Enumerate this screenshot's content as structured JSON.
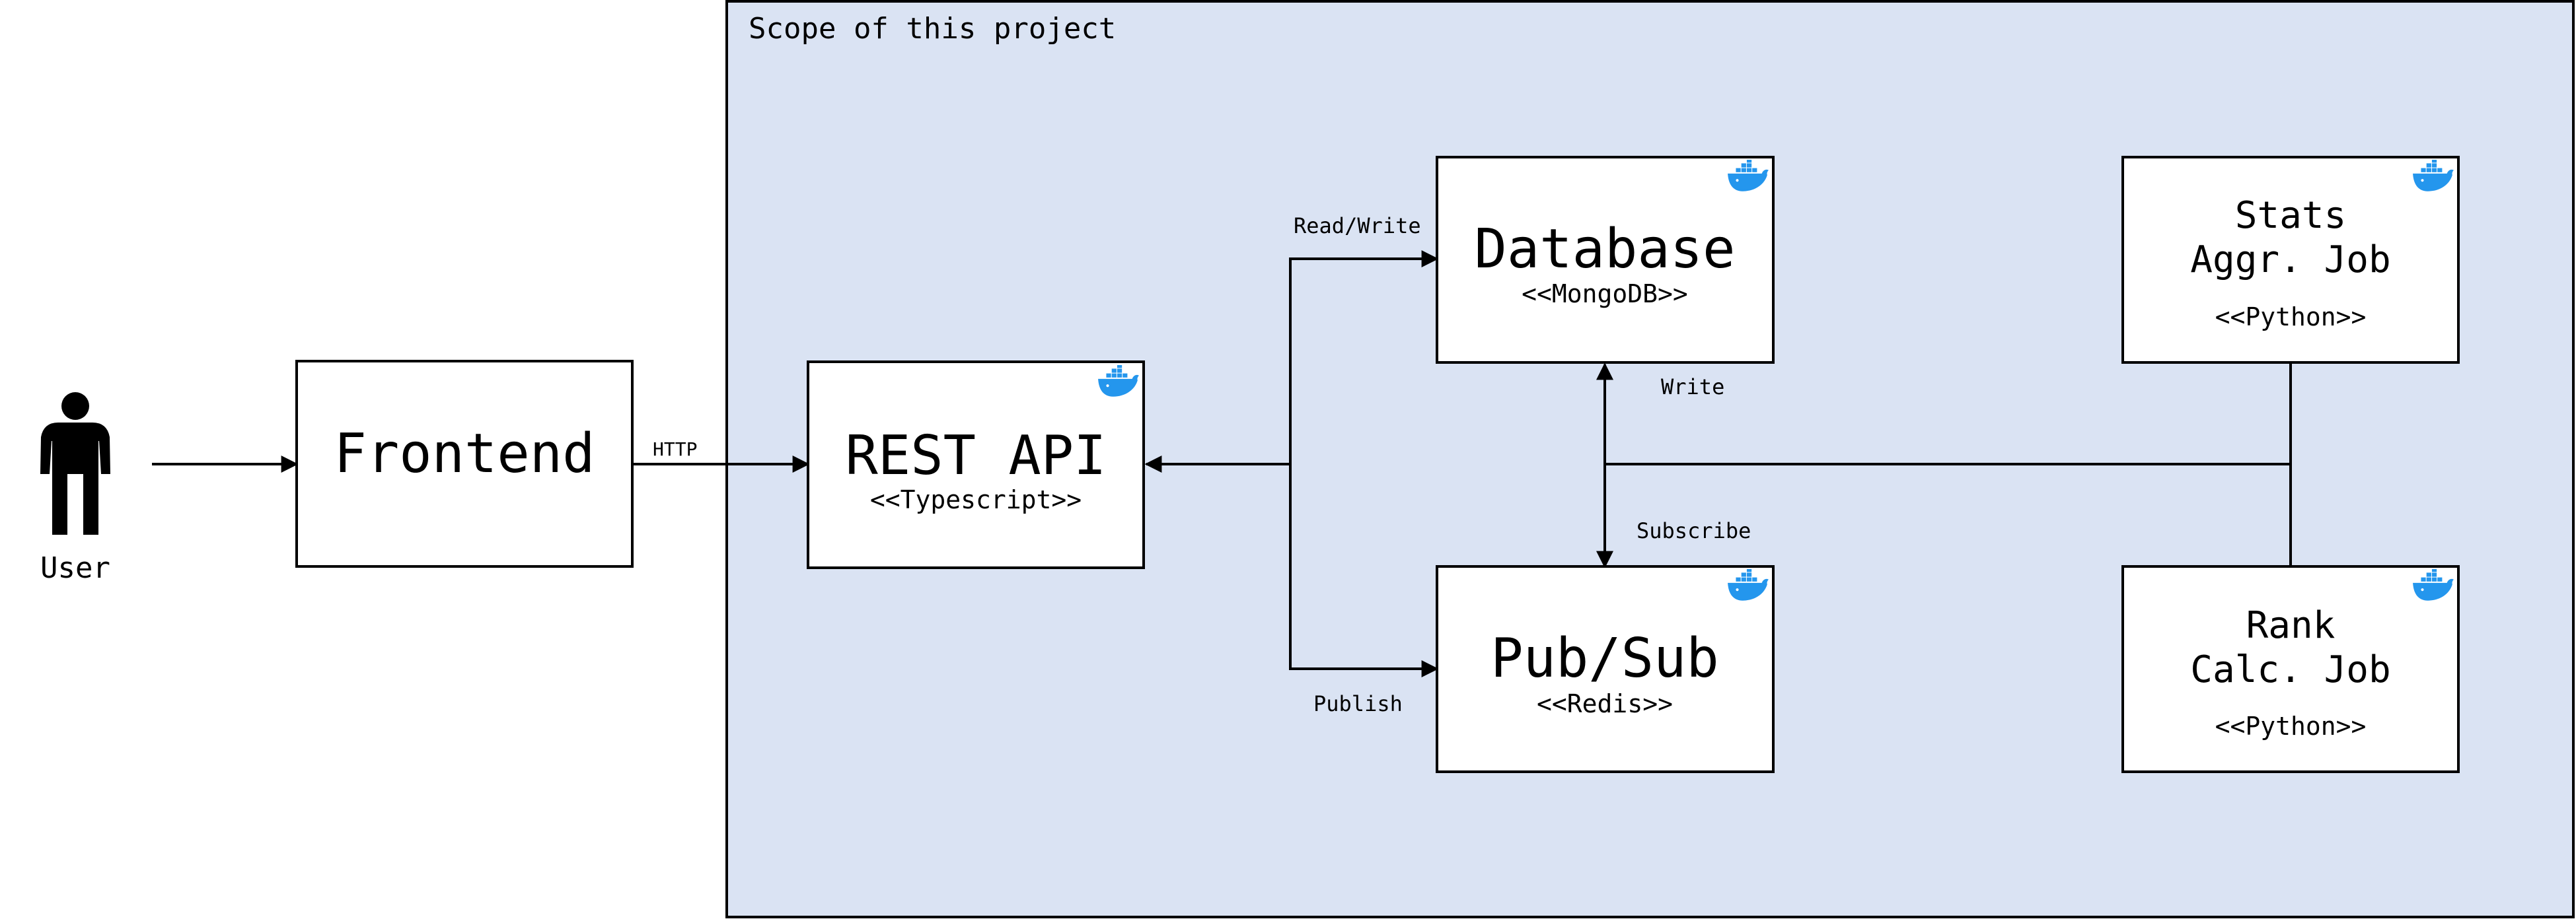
{
  "scope": {
    "title": "Scope of this project"
  },
  "actor": {
    "label": "User"
  },
  "nodes": {
    "frontend": {
      "title": "Frontend"
    },
    "rest_api": {
      "title": "REST API",
      "stereotype": "<<Typescript>>"
    },
    "database": {
      "title": "Database",
      "stereotype": "<<MongoDB>>"
    },
    "pubsub": {
      "title": "Pub/Sub",
      "stereotype": "<<Redis>>"
    },
    "stats_job": {
      "title_line1": "Stats",
      "title_line2": "Aggr. Job",
      "stereotype": "<<Python>>"
    },
    "rank_job": {
      "title_line1": "Rank",
      "title_line2": "Calc. Job",
      "stereotype": "<<Python>>"
    }
  },
  "edges": {
    "http": "HTTP",
    "read_write": "Read/Write",
    "publish": "Publish",
    "write": "Write",
    "subscribe": "Subscribe"
  },
  "colors": {
    "scope_fill": "#dae3f3",
    "node_fill": "#ffffff",
    "stroke": "#000000",
    "docker_blue": "#2496ed"
  },
  "icons": {
    "docker": "docker-whale-icon",
    "user": "person-icon"
  }
}
